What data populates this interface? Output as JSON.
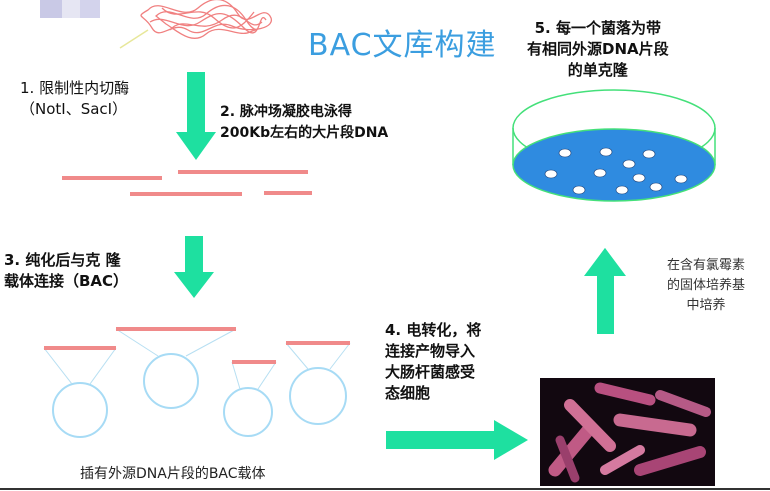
{
  "title": "BAC文库构建",
  "steps": {
    "s1_line1": "1. 限制性内切酶",
    "s1_line2": "（NotI、SacI）",
    "s2_line1": "2. 脉冲场凝胶电泳得",
    "s2_line2": "200Kb左右的大片段DNA",
    "s3_line1": "3. 纯化后与克 隆",
    "s3_line2": "载体连接（BAC）",
    "s4_line1": "4. 电转化，将",
    "s4_line2": "连接产物导入",
    "s4_line3": "大肠杆菌感受",
    "s4_line4": "态细胞",
    "s5_line1": "5. 每一个菌落为带",
    "s5_line2": "有相同外源DNA片段",
    "s5_line3": "的单克隆"
  },
  "side_note": {
    "line1": "在含有氯霉素",
    "line2": "的固体培养基",
    "line3": "中培养"
  },
  "caption": "插有外源DNA片段的BAC载体",
  "colors": {
    "arrow": "#1ee0a0",
    "dna": "#f08a8a",
    "title": "#3b9ee0",
    "dish_fill": "#2f8be0",
    "vector": "#9fd7f5"
  }
}
